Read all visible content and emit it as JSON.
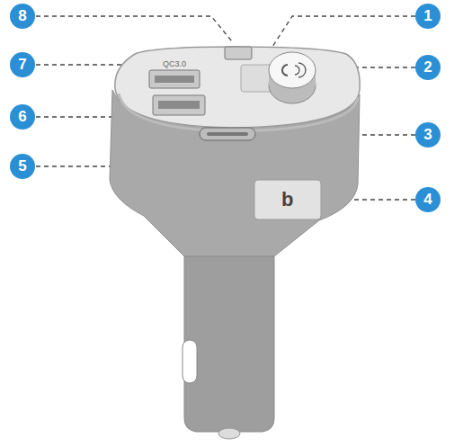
{
  "diagram": {
    "labels": [
      "1",
      "2",
      "3",
      "4",
      "5",
      "6",
      "7",
      "8",
      "QC3.0",
      "b"
    ]
  }
}
